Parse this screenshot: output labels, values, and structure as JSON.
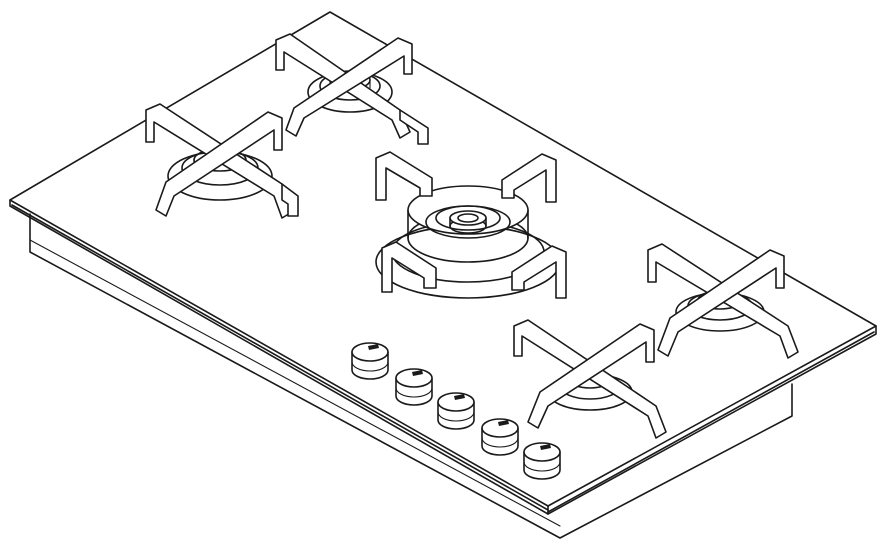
{
  "figure": {
    "subject": "gas-hob-isometric",
    "burner_count": 5,
    "knob_count": 5,
    "grate_count": 5,
    "colors": {
      "ink": "#1a1a1a",
      "background": "#ffffff"
    }
  }
}
